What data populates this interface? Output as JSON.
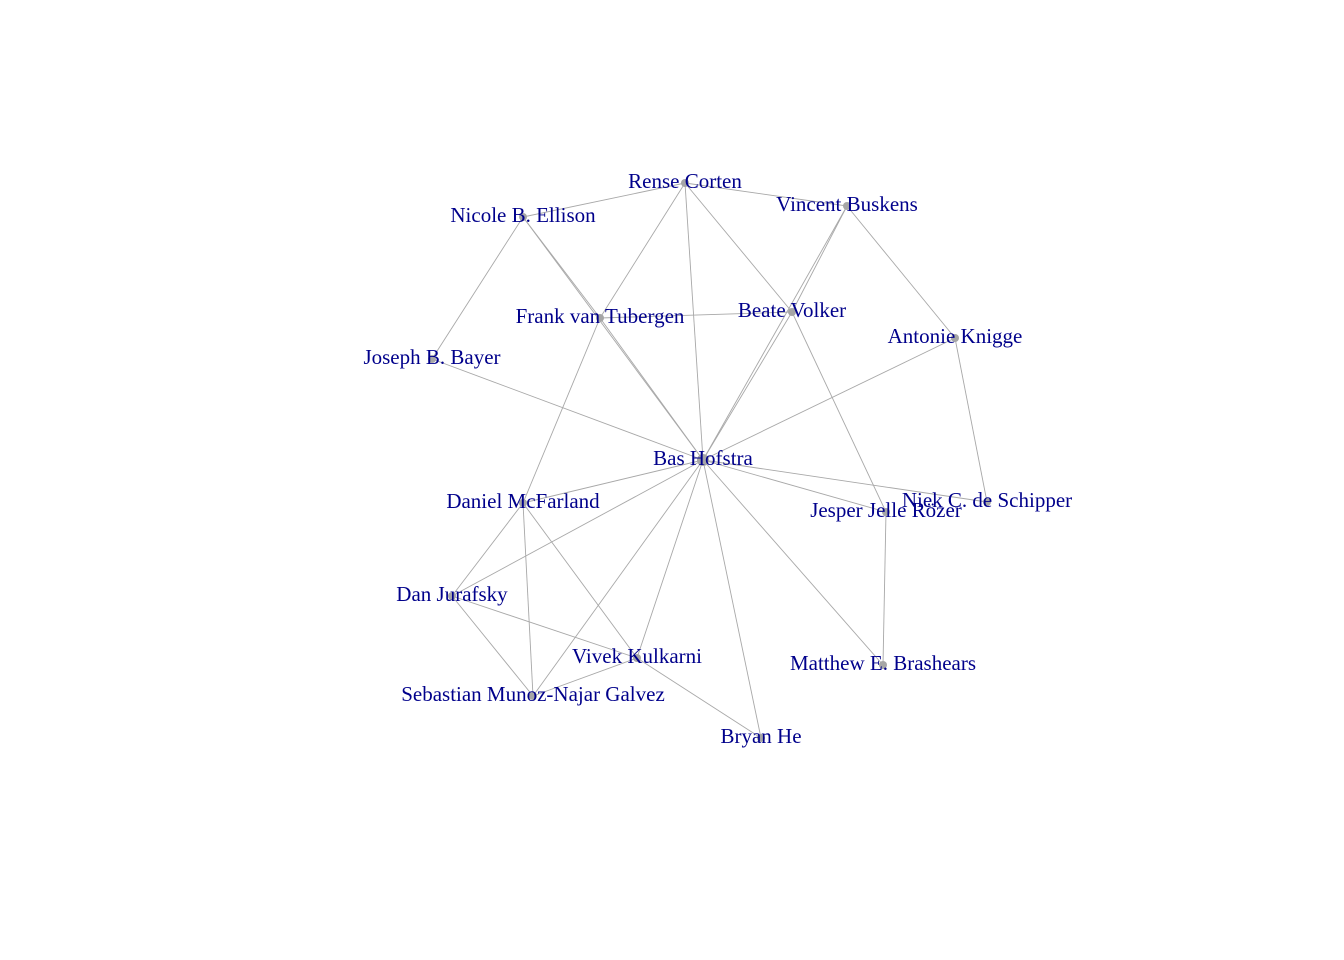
{
  "graph": {
    "directed": true,
    "colors": {
      "edge": "#a8a8a8",
      "node": "#a6a6a6",
      "label": "#00008b",
      "background": "#ffffff"
    },
    "nodes": [
      {
        "id": "bas",
        "label": "Bas Hofstra"
      },
      {
        "id": "rense",
        "label": "Rense Corten"
      },
      {
        "id": "nicole",
        "label": "Nicole B. Ellison"
      },
      {
        "id": "vincent",
        "label": "Vincent Buskens"
      },
      {
        "id": "frank",
        "label": "Frank van Tubergen"
      },
      {
        "id": "beate",
        "label": "Beate Volker"
      },
      {
        "id": "antonie",
        "label": "Antonie Knigge"
      },
      {
        "id": "joseph",
        "label": "Joseph B. Bayer"
      },
      {
        "id": "daniel",
        "label": "Daniel McFarland"
      },
      {
        "id": "jesper",
        "label": "Jesper Jelle Rözer"
      },
      {
        "id": "niek",
        "label": "Niek C. de Schipper"
      },
      {
        "id": "dan",
        "label": "Dan Jurafsky"
      },
      {
        "id": "vivek",
        "label": "Vivek Kulkarni"
      },
      {
        "id": "matthew",
        "label": "Matthew E. Brashears"
      },
      {
        "id": "sebastian",
        "label": "Sebastian Munoz-Najar Galvez"
      },
      {
        "id": "bryan",
        "label": "Bryan He"
      }
    ],
    "edges": [
      [
        "bas",
        "rense"
      ],
      [
        "bas",
        "nicole"
      ],
      [
        "bas",
        "frank"
      ],
      [
        "bas",
        "beate"
      ],
      [
        "bas",
        "vincent"
      ],
      [
        "bas",
        "antonie"
      ],
      [
        "bas",
        "joseph"
      ],
      [
        "bas",
        "daniel"
      ],
      [
        "bas",
        "jesper"
      ],
      [
        "bas",
        "niek"
      ],
      [
        "bas",
        "dan"
      ],
      [
        "bas",
        "vivek"
      ],
      [
        "bas",
        "matthew"
      ],
      [
        "bas",
        "sebastian"
      ],
      [
        "bas",
        "bryan"
      ],
      [
        "rense",
        "nicole"
      ],
      [
        "rense",
        "vincent"
      ],
      [
        "rense",
        "frank"
      ],
      [
        "rense",
        "beate"
      ],
      [
        "nicole",
        "joseph"
      ],
      [
        "nicole",
        "frank"
      ],
      [
        "vincent",
        "beate"
      ],
      [
        "vincent",
        "antonie"
      ],
      [
        "frank",
        "beate"
      ],
      [
        "frank",
        "daniel"
      ],
      [
        "beate",
        "jesper"
      ],
      [
        "antonie",
        "niek"
      ],
      [
        "jesper",
        "matthew"
      ],
      [
        "daniel",
        "dan"
      ],
      [
        "daniel",
        "sebastian"
      ],
      [
        "daniel",
        "vivek"
      ],
      [
        "dan",
        "sebastian"
      ],
      [
        "dan",
        "vivek"
      ],
      [
        "vivek",
        "sebastian"
      ],
      [
        "vivek",
        "bryan"
      ]
    ]
  }
}
